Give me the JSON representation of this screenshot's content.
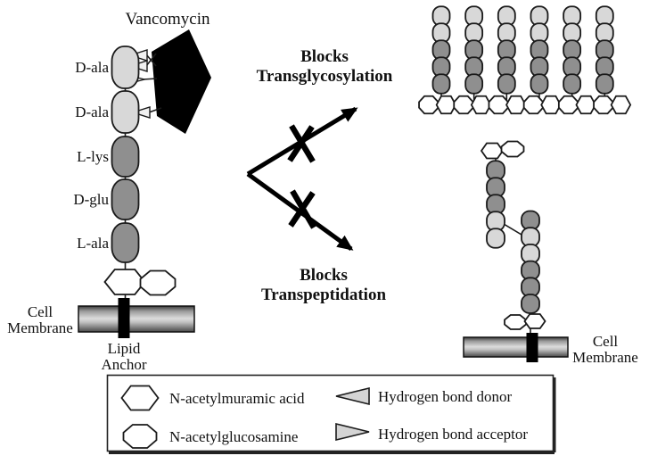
{
  "colors": {
    "light_unit": "#d8d8d8",
    "dark_unit": "#8f8f8f",
    "outline": "#1a1a1a",
    "vancomycin_fill": "#000000",
    "triangle_fill": "#f0f0f0",
    "legend_triangle_fill": "#d4d4d4"
  },
  "left_structure": {
    "vancomycin_label": "Vancomycin",
    "residues": [
      {
        "label": "D-ala",
        "shade": "light"
      },
      {
        "label": "D-ala",
        "shade": "light"
      },
      {
        "label": "L-lys",
        "shade": "dark"
      },
      {
        "label": "D-glu",
        "shade": "dark"
      },
      {
        "label": "L-ala",
        "shade": "dark"
      }
    ],
    "cell_membrane_line1": "Cell",
    "cell_membrane_line2": "Membrane",
    "lipid_anchor_line1": "Lipid",
    "lipid_anchor_line2": "Anchor"
  },
  "center": {
    "transglycosylation_line1": "Blocks",
    "transglycosylation_line2": "Transglycosylation",
    "transpeptidation_line1": "Blocks",
    "transpeptidation_line2": "Transpeptidation"
  },
  "right_top": {
    "chain_count": 6,
    "chain_shades": [
      "light",
      "light",
      "dark",
      "dark",
      "dark"
    ],
    "sugar_count": 12
  },
  "right_bottom": {
    "hanging_chain_shades": [
      "dark",
      "dark",
      "dark",
      "light",
      "light"
    ],
    "anchored_chain_shades": [
      "dark",
      "light",
      "light",
      "dark",
      "dark",
      "dark"
    ],
    "cell_membrane_line1": "Cell",
    "cell_membrane_line2": "Membrane"
  },
  "legend": {
    "items": [
      {
        "symbol": "hexagon",
        "label": "N-acetylmuramic acid"
      },
      {
        "symbol": "octagon",
        "label": "N-acetylglucosamine"
      },
      {
        "symbol": "triangle-left",
        "label": "Hydrogen bond donor"
      },
      {
        "symbol": "triangle-right",
        "label": "Hydrogen bond acceptor"
      }
    ]
  }
}
